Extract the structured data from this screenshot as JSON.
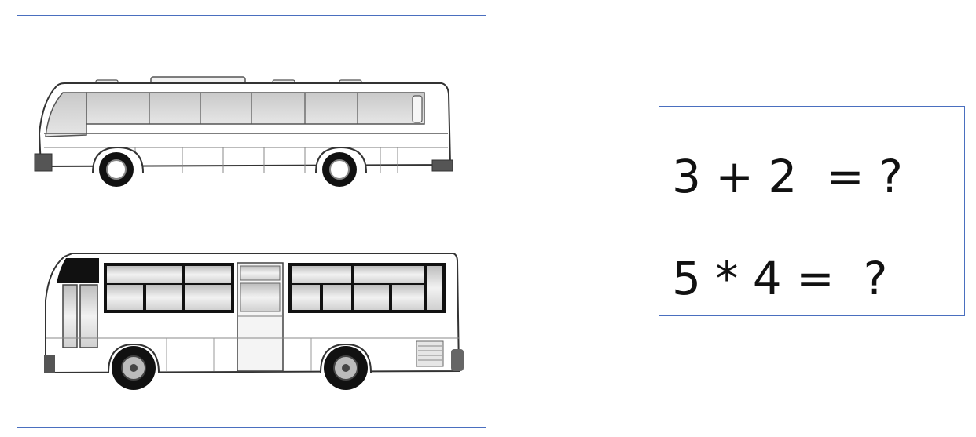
{
  "colors": {
    "border": "#4a6fbf",
    "text": "#111111",
    "bus_body": "#ffffff",
    "bus_outline": "#333333",
    "window_glass": "#d6d6d6"
  },
  "images": {
    "top": "coach-bus-side-view",
    "bottom": "city-bus-side-view"
  },
  "equations": [
    {
      "text": "3 + 2  = ?"
    },
    {
      "text": "5 * 4 =  ?"
    }
  ]
}
